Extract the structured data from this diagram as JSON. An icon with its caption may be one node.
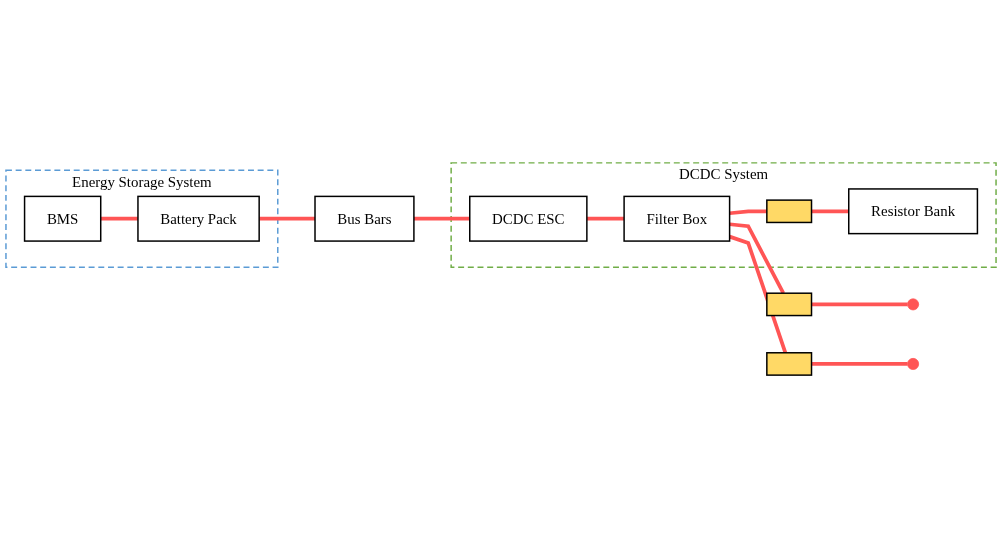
{
  "diagram": {
    "nodes": [
      {
        "text": [
          "Energy Storage System"
        ]
      },
      {
        "text": [
          "BMS"
        ],
        "in": 0
      },
      {
        "text": [
          "Battery Pack"
        ],
        "in": 0
      },
      {
        "text": [
          "Bus Bars"
        ]
      },
      {
        "text": [
          "DCDC System"
        ]
      },
      {
        "text": [
          "DCDC ESC"
        ],
        "in": 4
      },
      {
        "text": [
          "Filter Box"
        ],
        "in": 4
      },
      {
        "text": [],
        "shape": "box"
      },
      {
        "text": [],
        "shape": "box",
        "in": 4
      },
      {
        "text": [],
        "shape": "box"
      },
      {
        "text": [
          "Resistor Bank"
        ],
        "in": 4
      },
      {
        "text": [],
        "shape": "circle"
      },
      {
        "text": [],
        "shape": "circle"
      }
    ],
    "edges": [
      {
        "from": 1,
        "to": 2,
        "arrow": "none"
      },
      {
        "from": 2,
        "to": 3,
        "arrow": "none"
      },
      {
        "from": 3,
        "to": 5,
        "arrow": "none"
      },
      {
        "from": 5,
        "to": 6,
        "arrow": "none"
      },
      {
        "from": 6,
        "to": 7,
        "arrow": "none"
      },
      {
        "from": 7,
        "to": 11,
        "arrow": "none"
      },
      {
        "from": 6,
        "to": 8,
        "arrow": "none"
      },
      {
        "from": 8,
        "to": 10,
        "arrow": "none"
      },
      {
        "from": 6,
        "to": 9,
        "arrow": "none"
      },
      {
        "from": 9,
        "to": 12,
        "arrow": "none"
      }
    ]
  }
}
